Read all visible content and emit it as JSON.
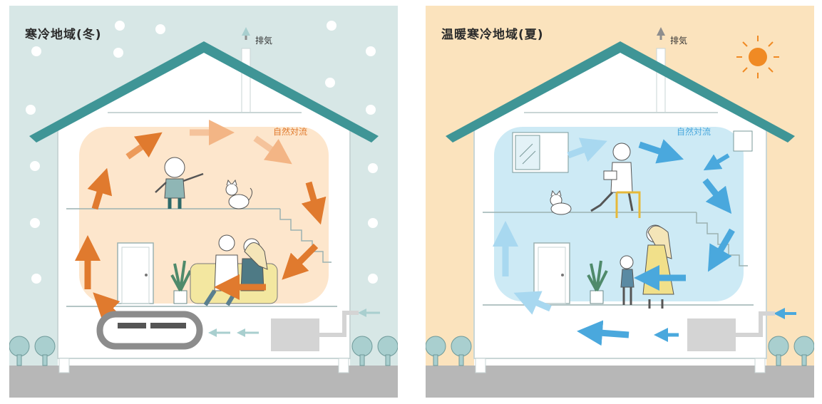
{
  "panels": {
    "winter": {
      "title": "寒冷地域(冬)",
      "exhaust_label": "排気",
      "convection_label": "自然対流",
      "colors": {
        "sky": "#d7e7e6",
        "air_zone": "#fde6cc",
        "arrow": "#e07a2e",
        "roof": "#3f9596",
        "ground": "#b7b7b7"
      }
    },
    "summer": {
      "title": "温暖寒冷地域(夏)",
      "exhaust_label": "排気",
      "convection_label": "自然対流",
      "colors": {
        "sky": "#fbe3bd",
        "air_zone": "#cdeaf5",
        "arrow": "#4aa8dd",
        "roof": "#3f9596",
        "ground": "#b7b7b7",
        "sun": "#f08a24"
      }
    }
  },
  "icons": [
    "snowflake-icon",
    "sun-icon",
    "tree-icon",
    "plant-icon",
    "cat-icon",
    "person-icon",
    "door-icon",
    "stairs-icon",
    "heat-pump-icon",
    "heater-icon",
    "window-icon",
    "air-outlet-icon"
  ]
}
